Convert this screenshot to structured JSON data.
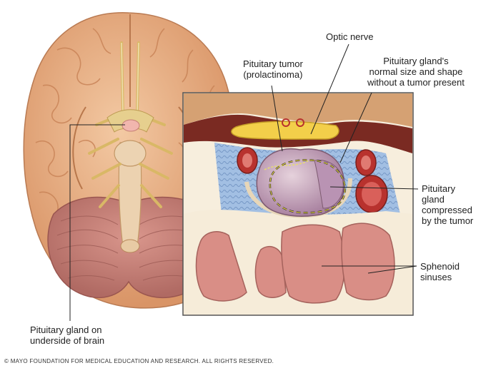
{
  "labels": {
    "optic_nerve": "Optic nerve",
    "tumor": [
      "Pituitary tumor",
      "(prolactinoma)"
    ],
    "normal_gland": [
      "Pituitary gland's",
      "normal size and shape",
      "without a tumor present"
    ],
    "compressed": [
      "Pituitary",
      "gland",
      "compressed",
      "by the tumor"
    ],
    "sphenoid": [
      "Sphenoid",
      "sinuses"
    ],
    "underside": [
      "Pituitary gland on",
      "underside of brain"
    ]
  },
  "copyright": "© MAYO FOUNDATION FOR MEDICAL EDUCATION AND RESEARCH. ALL RIGHTS RESERVED.",
  "colors": {
    "brain": "#e9b48a",
    "brain_dark": "#c98a5e",
    "cerebellum": "#c8837a",
    "nerve": "#e8d29a",
    "sinus": "#d98e86",
    "bone": "#f6ecd9",
    "tumor": "#c9a9b8",
    "vein_blue": "#8fb2da",
    "artery_red": "#b8322e"
  }
}
